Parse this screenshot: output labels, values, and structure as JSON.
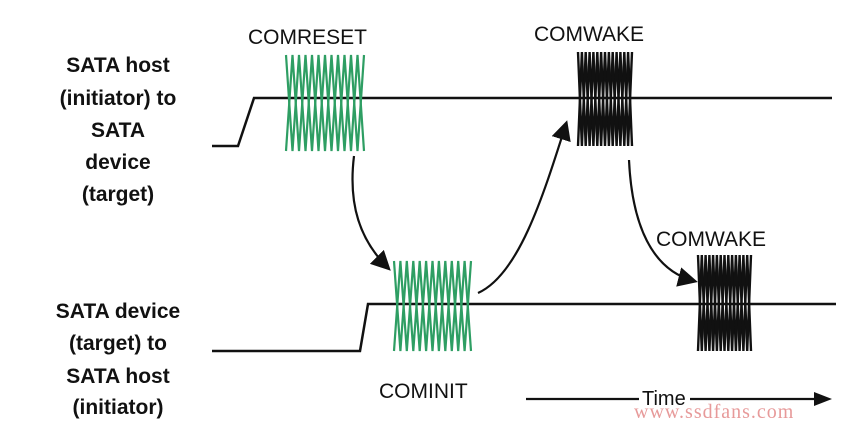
{
  "host_to_device_label": [
    "SATA host",
    "(initiator) to",
    "SATA",
    "device",
    "(target)"
  ],
  "device_to_host_label": [
    "SATA device",
    "(target) to",
    "SATA host",
    "(initiator)"
  ],
  "signals": {
    "comreset": "COMRESET",
    "comwake_host": "COMWAKE",
    "cominit": "COMINIT",
    "comwake_device": "COMWAKE"
  },
  "time_label": "Time",
  "watermark": "www.ssdfans.com",
  "colors": {
    "oob_green": "#2e9e63",
    "oob_black": "#111111",
    "line": "#111111",
    "watermark": "#e79a9a"
  }
}
